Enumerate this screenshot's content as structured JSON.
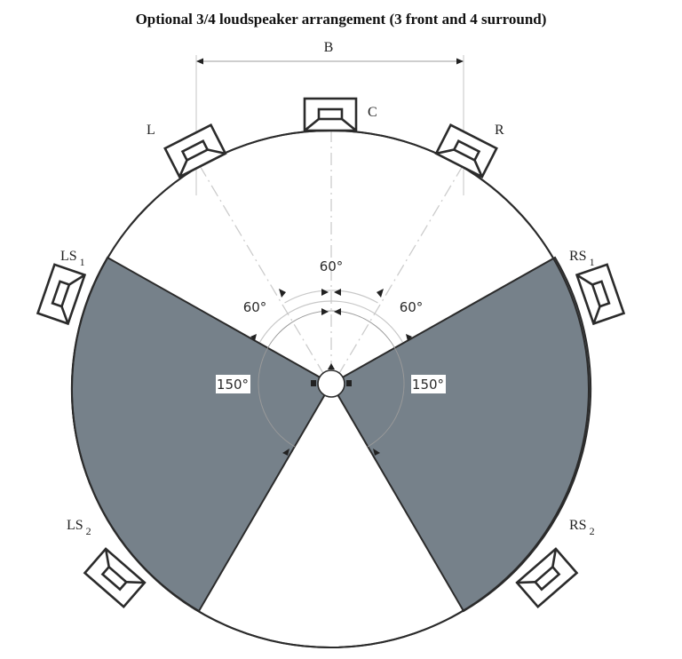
{
  "title": "Optional 3/4 loudspeaker arrangement (3 front and 4 surround)",
  "dimension": {
    "label": "B"
  },
  "colors": {
    "sector_fill": "#76818a",
    "outline": "#2b2b2b",
    "guide": "#cfcfcf",
    "background": "#ffffff"
  },
  "speakers": [
    {
      "id": "L",
      "label": "L",
      "sub": ""
    },
    {
      "id": "C",
      "label": "C",
      "sub": ""
    },
    {
      "id": "R",
      "label": "R",
      "sub": ""
    },
    {
      "id": "LS1",
      "label": "LS",
      "sub": "1"
    },
    {
      "id": "RS1",
      "label": "RS",
      "sub": "1"
    },
    {
      "id": "LS2",
      "label": "LS",
      "sub": "2"
    },
    {
      "id": "RS2",
      "label": "RS",
      "sub": "2"
    }
  ],
  "angles": {
    "front_span": "60°",
    "left_side": "60°",
    "right_side": "60°",
    "left_rear": "150°",
    "right_rear": "150°"
  },
  "sectors": {
    "start_deg": 60,
    "end_deg": 150
  }
}
